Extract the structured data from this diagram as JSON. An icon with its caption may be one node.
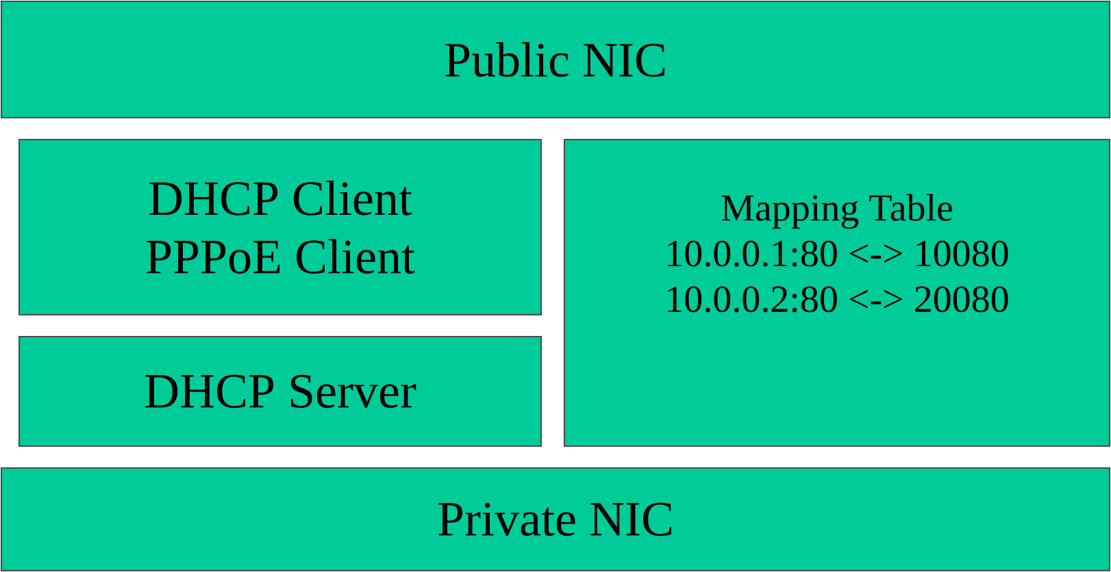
{
  "diagram": {
    "nodes": [
      {
        "text": [
          "Public NIC"
        ]
      },
      {
        "text": [
          "DHCP Client",
          "PPPoE Client"
        ]
      },
      {
        "text": [
          "DHCP Server"
        ]
      },
      {
        "text": [
          "Mapping Table",
          "10.0.0.1:80 <-> 10080",
          "10.0.0.2:80 <-> 20080"
        ]
      },
      {
        "text": [
          "Private NIC"
        ]
      }
    ]
  }
}
